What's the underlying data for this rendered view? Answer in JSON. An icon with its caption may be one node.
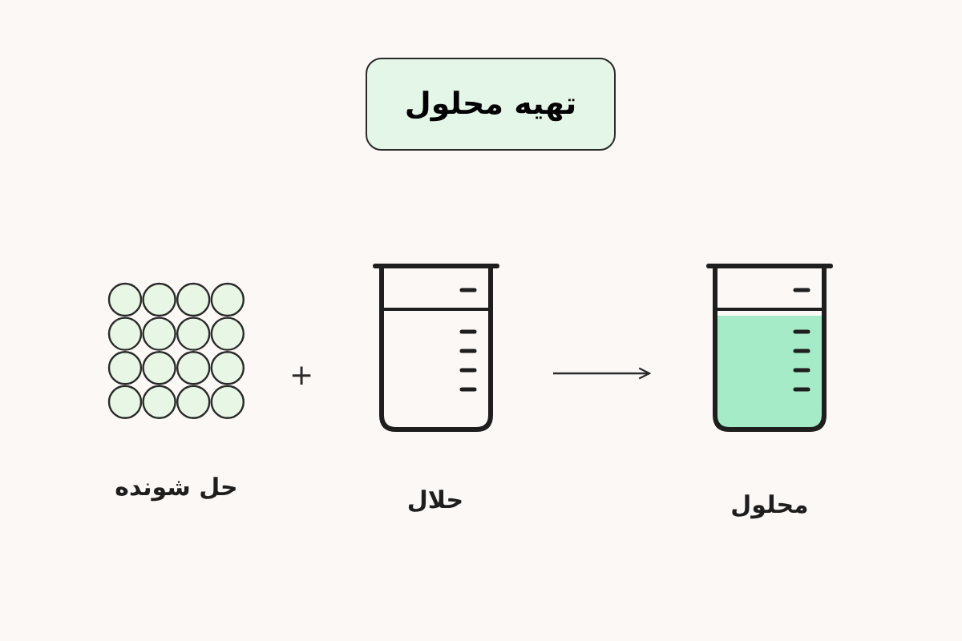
{
  "diagram": {
    "title": "تهیه محلول",
    "nodes": [
      {
        "text": [
          "حل شونده"
        ]
      },
      {
        "text": [
          "حلال"
        ]
      },
      {
        "text": [
          "محلول"
        ]
      }
    ],
    "edges": [
      {
        "from": 1,
        "to": 2,
        "arrow": "to"
      }
    ],
    "labels": [
      "+"
    ]
  }
}
